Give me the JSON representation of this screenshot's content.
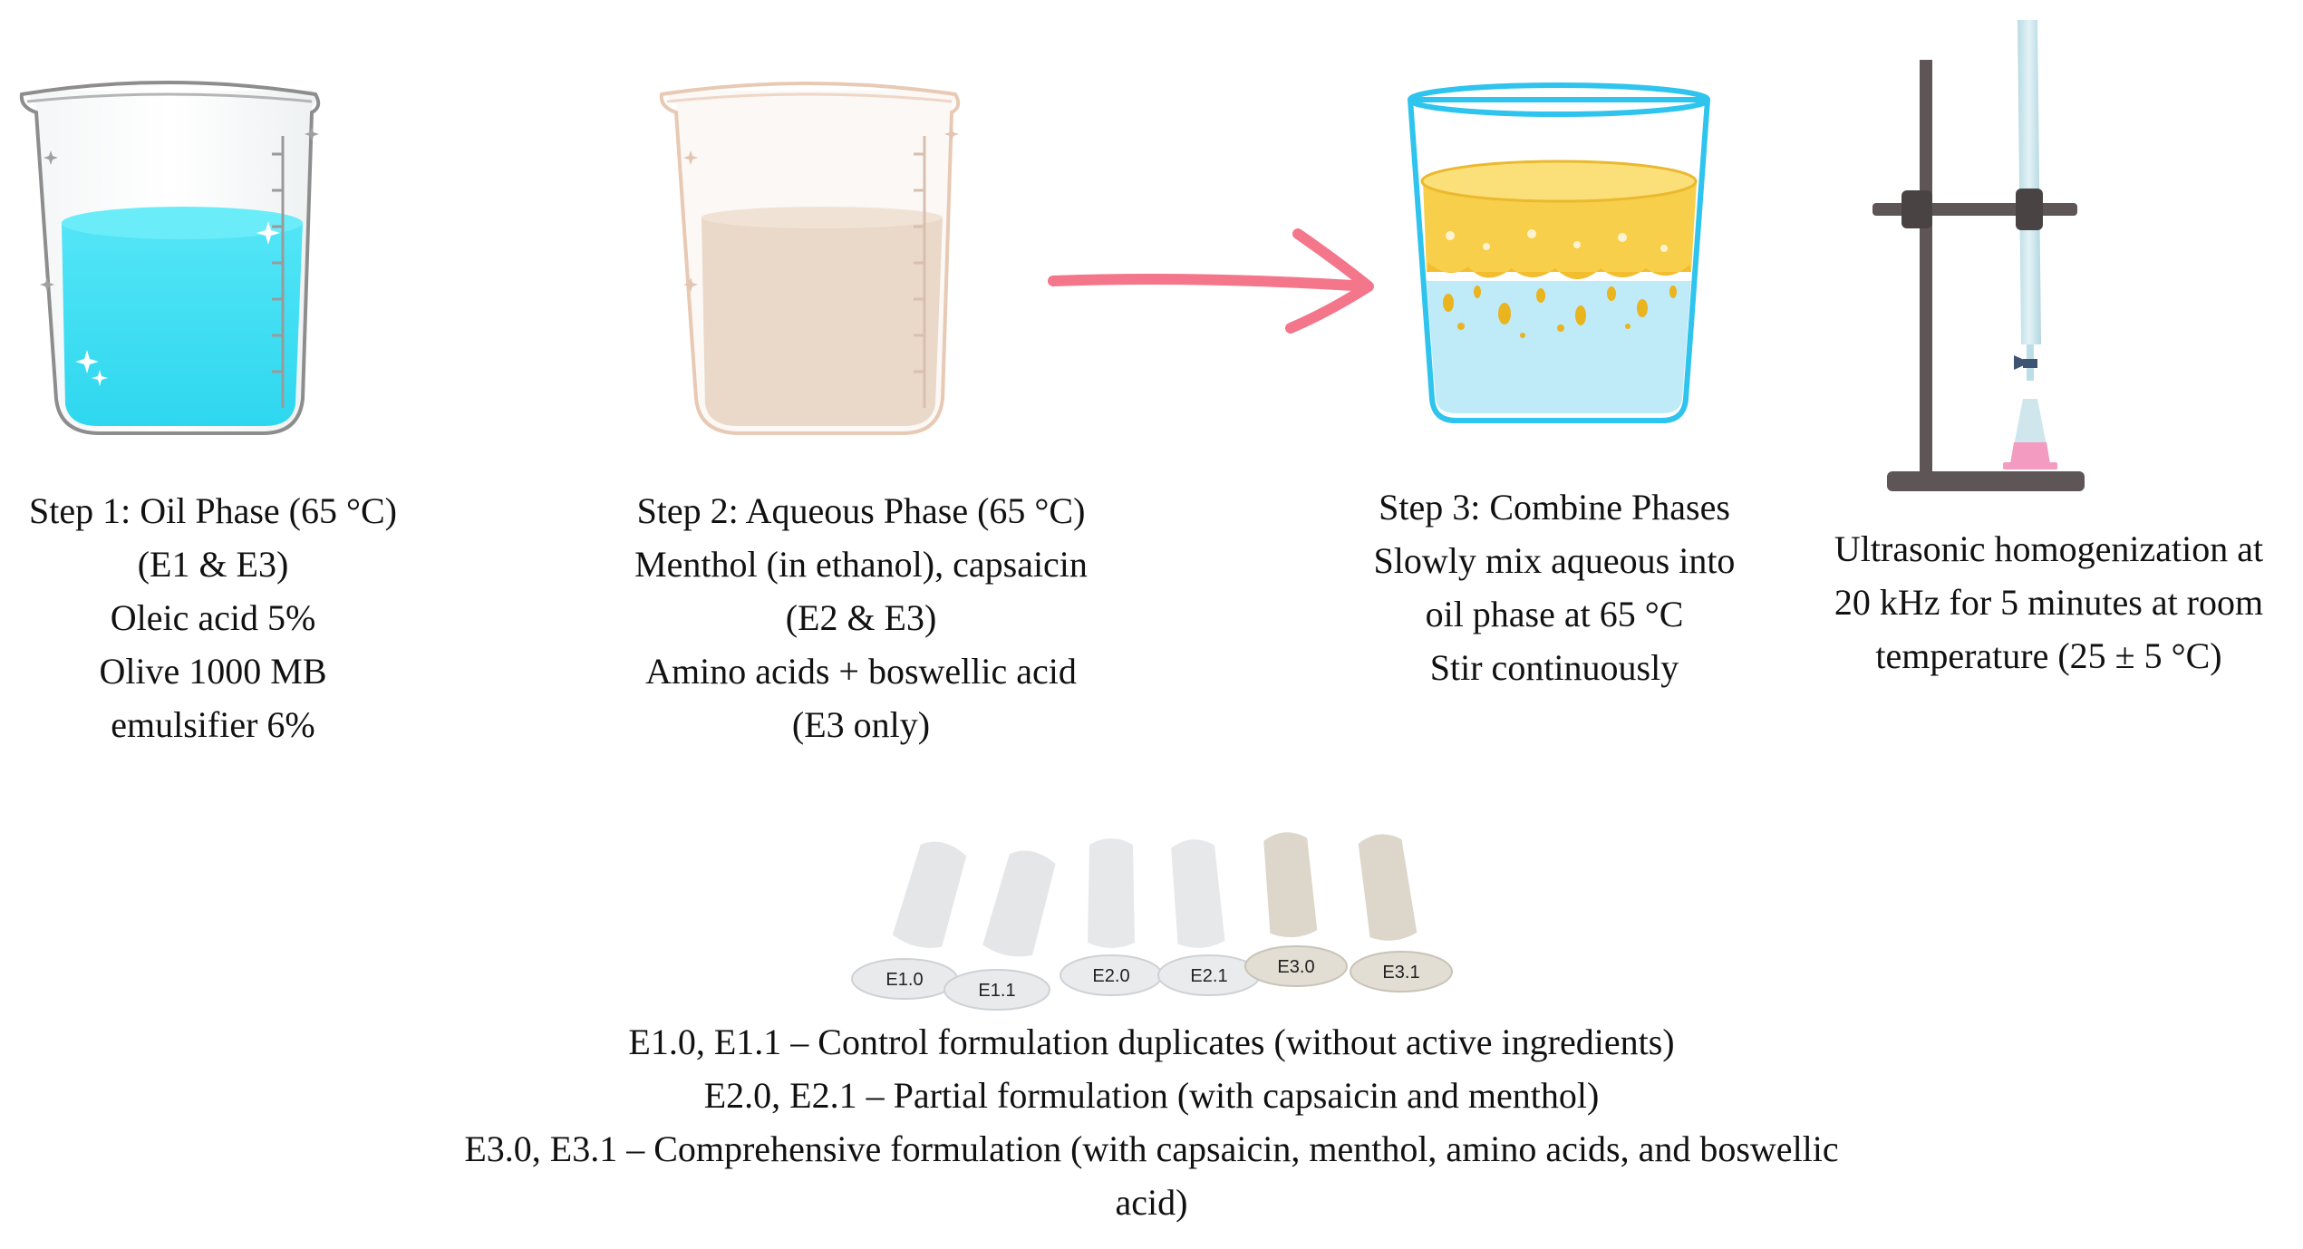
{
  "steps": [
    {
      "lines": [
        "Step 1: Oil Phase (65 °C)",
        "(E1 & E3)",
        "Oleic acid 5%",
        "Olive 1000 MB",
        "emulsifier 6%"
      ]
    },
    {
      "lines": [
        "Step 2: Aqueous Phase (65 °C)",
        "Menthol (in ethanol), capsaicin",
        "(E2 & E3)",
        "Amino acids + boswellic acid",
        "(E3 only)"
      ]
    },
    {
      "lines": [
        "Step 3: Combine Phases",
        "Slowly mix aqueous into",
        "oil phase at 65 °C",
        "Stir continuously"
      ]
    },
    {
      "lines": [
        "Ultrasonic homogenization at",
        "20 kHz for 5 minutes at room",
        "temperature (25 ± 5 °C)"
      ]
    }
  ],
  "tubes": {
    "labels": [
      "E1.0",
      "E1.1",
      "E2.0",
      "E2.1",
      "E3.0",
      "E3.1"
    ]
  },
  "legend": [
    "E1.0, E1.1 – Control formulation duplicates (without active ingredients)",
    "E2.0, E2.1 – Partial formulation (with capsaicin and menthol)",
    "E3.0, E3.1 – Comprehensive formulation (with capsaicin, menthol, amino acids, and boswellic",
    "acid)"
  ],
  "colors": {
    "oil_blue": "#4FE3F5",
    "aqueous_beige": "#EAD8C8",
    "arrow_pink": "#F4768A",
    "emulsion_yellow": "#F7CF4A",
    "emulsion_water": "#BFEAF7",
    "stand_gray": "#5E5656",
    "tube_white": "#E4E6E8",
    "tube_cream": "#DCD6CB"
  },
  "icons": [
    "oil-beaker-icon",
    "aqueous-beaker-icon",
    "arrow-right-icon",
    "mixing-beaker-icon",
    "ultrasonic-stand-icon",
    "sample-tube-icon"
  ]
}
